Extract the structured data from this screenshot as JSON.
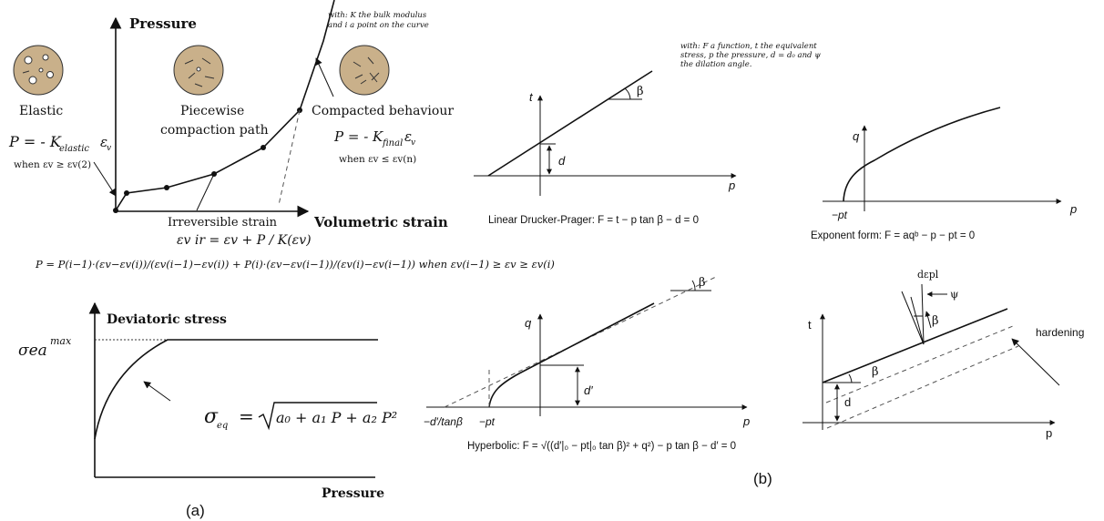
{
  "panel_a": {
    "caption": "(a)",
    "top_y_axis": "Pressure",
    "top_x_axis": "Volumetric strain",
    "note_top": [
      "with: K the bulk modulus",
      "and i a point on the curve"
    ],
    "elastic": {
      "label": "Elastic",
      "formula": "P = - K",
      "formula_sub": "elastic",
      "formula_tail": "ε",
      "cond": "when εv ≥ εv(2)"
    },
    "piecewise": {
      "label_line1": "Piecewise",
      "label_line2": "compaction path"
    },
    "compacted": {
      "label": "Compacted behaviour",
      "formula": "P = - K",
      "formula_sub": "final",
      "formula_tail": "ε",
      "cond": "when εv ≤ εv(n)"
    },
    "irreversible": {
      "label": "Irreversible strain",
      "formula": "εv  ir = εv + P / K(εv)"
    },
    "interp_formula": "P = P(i−1)·(εv−εv(i))/(εv(i−1)−εv(i)) + P(i)·(εv−εv(i−1))/(εv(i)−εv(i−1))  when εv(i−1) ≥ εv ≥ εv(i)",
    "bottom_y_axis": "Deviatoric stress",
    "bottom_x_axis": "Pressure",
    "sigma_max": "σea",
    "sigma_max_sup": "max",
    "sigma_eq": "σ",
    "sigma_eq_sub": "eq",
    "sigma_eq_rhs": "= √(a₀ + a₁ P + a₂ P²)",
    "sigma_eq_radicand": "a₀ + a₁ P + a₂ P²"
  },
  "panel_b": {
    "caption": "(b)",
    "note": [
      "with: F a function, t the equivalent",
      "stress, p the pressure, d = d₀ and ψ",
      "the dilation angle."
    ],
    "linear": {
      "t": "t",
      "p": "p",
      "beta": "β",
      "d": "d",
      "caption": "Linear Drucker-Prager:  F = t − p tan β − d = 0"
    },
    "exponent": {
      "q": "q",
      "p": "p",
      "pt": "−pt",
      "caption": "Exponent form:  F = aqᵇ − p − pt = 0"
    },
    "hyperbolic": {
      "q": "q",
      "p": "p",
      "beta": "β",
      "d": "d′",
      "left": "−d′/tanβ",
      "pt": "−pt",
      "caption": "Hyperbolic:  F = √((d′|₀ − pt|₀ tan β)² + q²) − p tan β − d′ = 0"
    },
    "hardening": {
      "t": "t",
      "p": "p",
      "beta1": "β",
      "beta2": "β",
      "psi": "ψ",
      "deps": "dεpl",
      "d": "d",
      "label": "hardening"
    }
  }
}
